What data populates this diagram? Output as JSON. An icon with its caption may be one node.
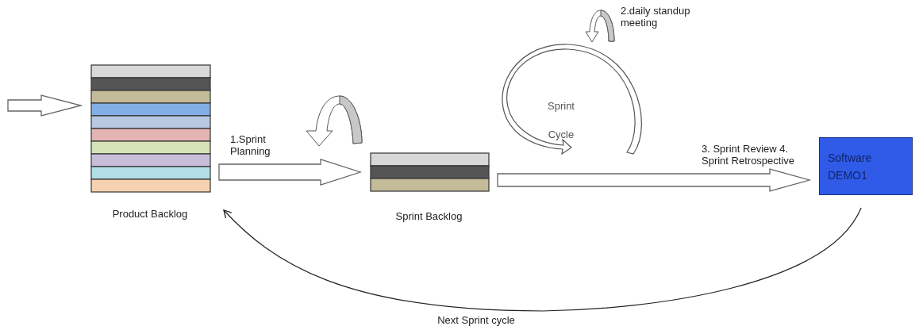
{
  "diagram": {
    "nodes": [
      {
        "text": [
          "Product Backlog"
        ]
      },
      {
        "text": [
          "Sprint Backlog"
        ]
      },
      {
        "text": [
          "Software DEMO1"
        ]
      }
    ],
    "edges": [
      {
        "from": null,
        "to": 0,
        "arrow": "to"
      },
      {
        "from": 0,
        "to": 1,
        "arrow": "to",
        "label": "1.Sprint Planning"
      },
      {
        "from": 1,
        "to": 2,
        "arrow": "to",
        "label": "3. Sprint Review 4. Sprint Retrospective"
      },
      {
        "from": 2,
        "to": 0,
        "arrow": "to",
        "label": "Next Sprint cycle"
      }
    ],
    "labels": [
      "2.daily standup meeting",
      "Sprint Cycle"
    ]
  }
}
